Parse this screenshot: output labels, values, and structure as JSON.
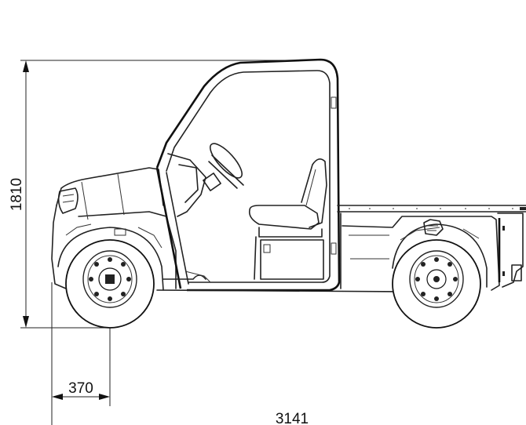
{
  "dimensions": {
    "height": "1810",
    "front_overhang": "370",
    "length": "3141"
  }
}
